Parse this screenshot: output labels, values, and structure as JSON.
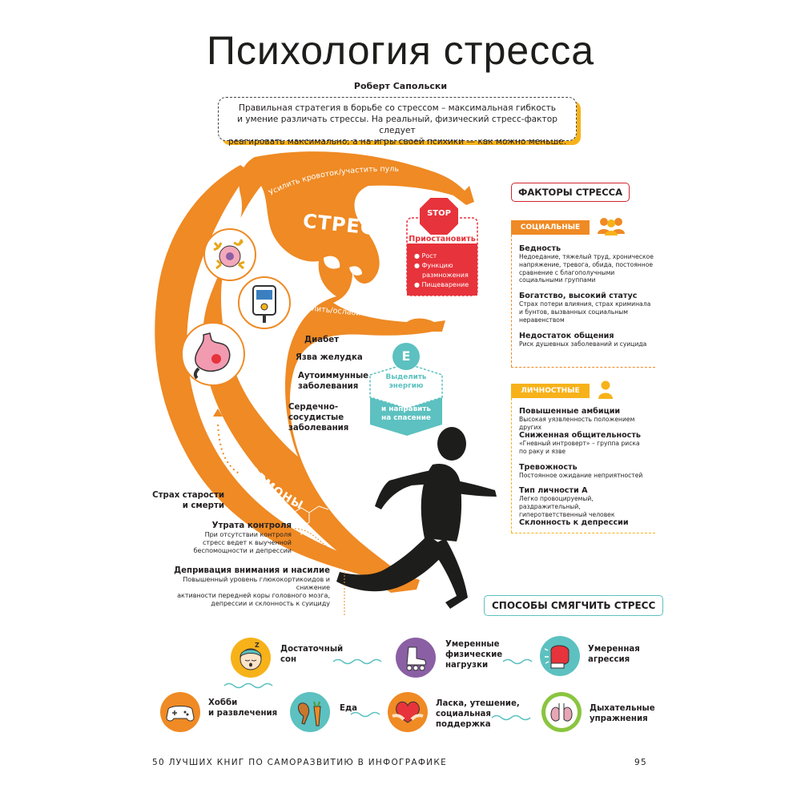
{
  "title": "Психология стресса",
  "author": "Роберт Сапольски",
  "quote": {
    "line1": "Правильная стратегия в борьбе со стрессом – максимальная гибкость",
    "line2": "и умение различать стрессы. На реальный, физический стресс-фактор следует",
    "line3": "реагировать максимально, а на игры своей психики — как можно меньше."
  },
  "monster": {
    "label": "СТРЕСС",
    "arm_top": "Усилить кровоток/участить пульс",
    "arm_middle": "Усилить/ослабить боль",
    "tail": "ГОРМОНЫ"
  },
  "stop_panel": {
    "sign": "STOP",
    "title": "Приостановить",
    "items": [
      "Рост",
      "Функцию",
      "размножения",
      "Пищеварение"
    ]
  },
  "energy_panel": {
    "letter": "E",
    "line1": "Выделить",
    "line2": "энергию",
    "line3": "и направить",
    "line4": "на спасение"
  },
  "diseases": {
    "d1": "Диабет",
    "d2": "Язва желудка",
    "d3a": "Аутоиммунные",
    "d3b": "заболевания",
    "d4a": "Сердечно-",
    "d4b": "сосудистые",
    "d4c": "заболевания"
  },
  "left_factors": {
    "f1a": "Страх старости",
    "f1b": "и смерти",
    "f2": "Утрата контроля",
    "f2d1": "При отсутствии контроля",
    "f2d2": "стресс ведет к выученной",
    "f2d3": "беспомощности и депрессии",
    "f3": "Депривация внимания и насилие",
    "f3d1": "Повышенный уровень глюкокортикоидов и снижение",
    "f3d2": "активности передней коры головного мозга,",
    "f3d3": "депрессии и склонность к суициду"
  },
  "factors": {
    "header": "ФАКТОРЫ СТРЕССА",
    "social_tag": "СОЦИАЛЬНЫЕ",
    "social": [
      {
        "title": "Бедность",
        "desc": [
          "Недоедание, тяжелый труд, хроническое",
          "напряжение, тревога, обида, постоянное",
          "сравнение с благополучными",
          "социальными группами"
        ]
      },
      {
        "title": "Богатство, высокий статус",
        "desc": [
          "Страх потери влияния, страх криминала",
          "и бунтов, вызванных социальным",
          "неравенством"
        ]
      },
      {
        "title": "Недостаток общения",
        "desc": [
          "Риск душевных заболеваний и суицида"
        ]
      }
    ],
    "personal_tag": "ЛИЧНОСТНЫЕ",
    "personal": [
      {
        "title": "Повышенные амбиции",
        "desc": [
          "Высокая уязвленность положением других"
        ]
      },
      {
        "title": "Сниженная общительность",
        "desc": [
          "«Гневный интроверт» – группа риска",
          "по раку и язве"
        ]
      },
      {
        "title": "Тревожность",
        "desc": [
          "Постоянное ожидание неприятностей"
        ]
      },
      {
        "title": "Тип личности А",
        "desc": [
          "Легко провоцируемый, раздражительный,",
          "гиперответственный человек"
        ]
      },
      {
        "title": "Склонность к депрессии",
        "desc": []
      }
    ]
  },
  "ways": {
    "header": "СПОСОБЫ СМЯГЧИТЬ СТРЕСС",
    "sleep_a": "Достаточный",
    "sleep_b": "сон",
    "sleep_zz": "Z",
    "exercise_a": "Умеренные",
    "exercise_b": "физические",
    "exercise_c": "нагрузки",
    "aggr_a": "Умеренная",
    "aggr_b": "агрессия",
    "hobby_a": "Хобби",
    "hobby_b": "и развлечения",
    "food": "Еда",
    "care_a": "Ласка, утешение,",
    "care_b": "социальная",
    "care_c": "поддержка",
    "breath_a": "Дыхательные",
    "breath_b": "упражнения"
  },
  "footer": {
    "book": "50 ЛУЧШИХ КНИГ ПО САМОРАЗВИТИЮ В ИНФОГРАФИКЕ",
    "page": "95"
  },
  "colors": {
    "orange": "#ef8a24",
    "yellow": "#f7b21a",
    "red": "#e7333b",
    "teal": "#5cc1c0",
    "purple": "#8b5fa4"
  }
}
